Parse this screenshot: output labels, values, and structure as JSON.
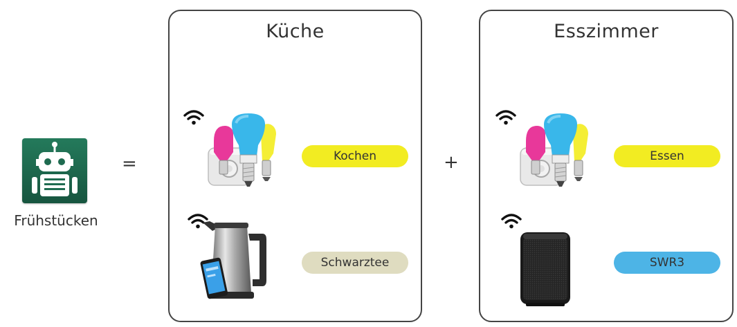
{
  "scene": {
    "robot": {
      "label": "Frühstücken",
      "icon": "robot-icon"
    },
    "equals": "=",
    "plus": "+",
    "rooms": [
      {
        "title": "Küche",
        "rows": [
          {
            "device": "smart-bulbs-bridge-icon",
            "scene": "Kochen",
            "pill_color": "#f2ec22"
          },
          {
            "device": "smart-kettle-icon",
            "scene": "Schwarztee",
            "pill_color": "#dfdcc0"
          }
        ]
      },
      {
        "title": "Esszimmer",
        "rows": [
          {
            "device": "smart-bulbs-bridge-icon",
            "scene": "Essen",
            "pill_color": "#f2ec22"
          },
          {
            "device": "smart-speaker-icon",
            "scene": "SWR3",
            "pill_color": "#4db4e6"
          }
        ]
      }
    ],
    "colors": {
      "robot_green": "#1f6b50",
      "wifi": "#111111",
      "border": "#444444"
    }
  }
}
